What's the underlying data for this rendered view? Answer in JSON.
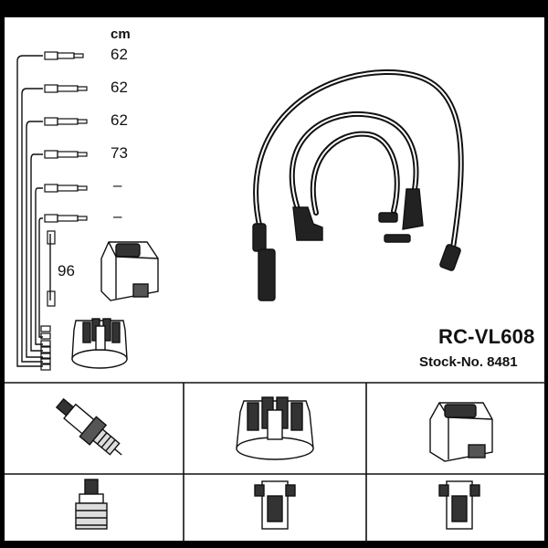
{
  "header": {
    "unit_label": "cm"
  },
  "cables": [
    {
      "length": "62"
    },
    {
      "length": "62"
    },
    {
      "length": "62"
    },
    {
      "length": "73"
    },
    {
      "length": "–"
    },
    {
      "length": "–"
    }
  ],
  "coil_cable": {
    "length": "96"
  },
  "product": {
    "model": "RC-VL608",
    "stock_label": "Stock-No. 8481"
  },
  "parts": [
    {
      "icon": "spark-plug-icon"
    },
    {
      "icon": "distributor-cap-icon"
    },
    {
      "icon": "ignition-coil-icon"
    },
    {
      "icon": "plug-terminal-icon"
    },
    {
      "icon": "cap-terminal-icon"
    },
    {
      "icon": "coil-terminal-icon"
    }
  ],
  "colors": {
    "ink": "#111111",
    "background": "#ffffff",
    "frame": "#000000"
  }
}
